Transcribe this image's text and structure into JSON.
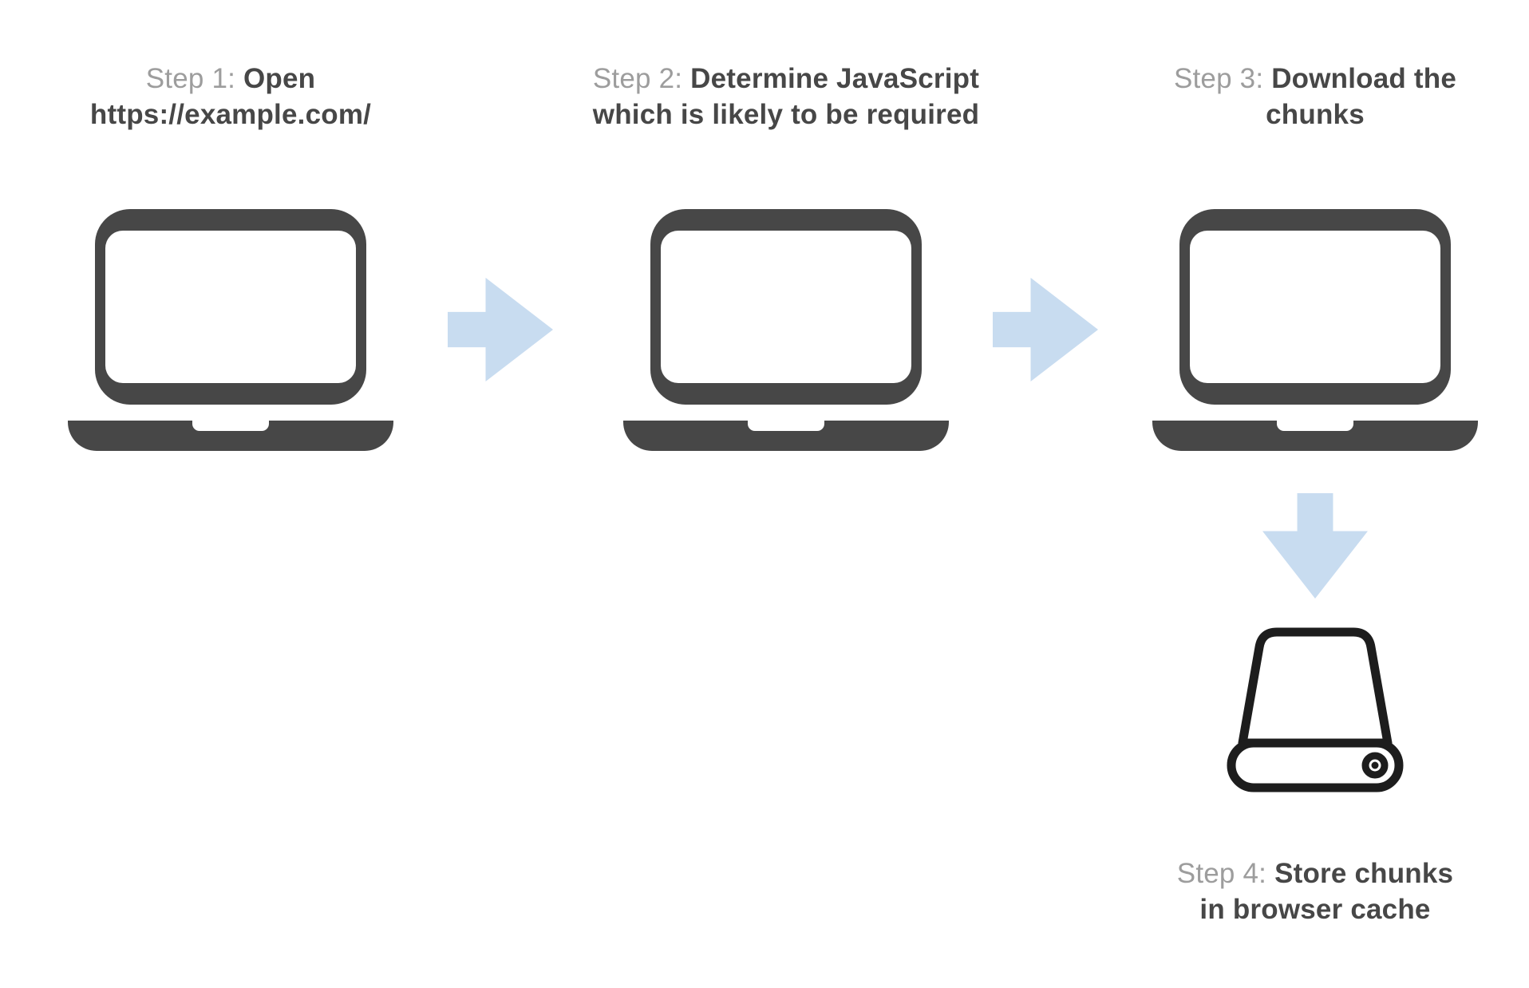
{
  "diagram": {
    "description": "Four-step flow of loading a web page and caching JavaScript chunks",
    "steps": [
      {
        "prefix": "Step 1:",
        "line1": "Open",
        "line2": "https://example.com/",
        "icon": "laptop-icon"
      },
      {
        "prefix": "Step 2:",
        "line1": "Determine JavaScript",
        "line2": "which is likely to be required",
        "icon": "laptop-icon"
      },
      {
        "prefix": "Step 3:",
        "line1": "Download the",
        "line2": "chunks",
        "icon": "laptop-icon"
      },
      {
        "prefix": "Step 4:",
        "line1": "Store chunks",
        "line2": "in browser cache",
        "icon": "hard-drive-icon"
      }
    ],
    "arrows": [
      {
        "name": "arrow-step1-to-step2",
        "direction": "right"
      },
      {
        "name": "arrow-step2-to-step3",
        "direction": "right"
      },
      {
        "name": "arrow-step3-to-step4",
        "direction": "down"
      }
    ],
    "colors": {
      "ink": "#474747",
      "step_prefix_gray": "#9d9d9d",
      "arrow_blue": "#c8dcf0",
      "drive_outline": "#1d1d1d",
      "background": "#ffffff"
    }
  }
}
